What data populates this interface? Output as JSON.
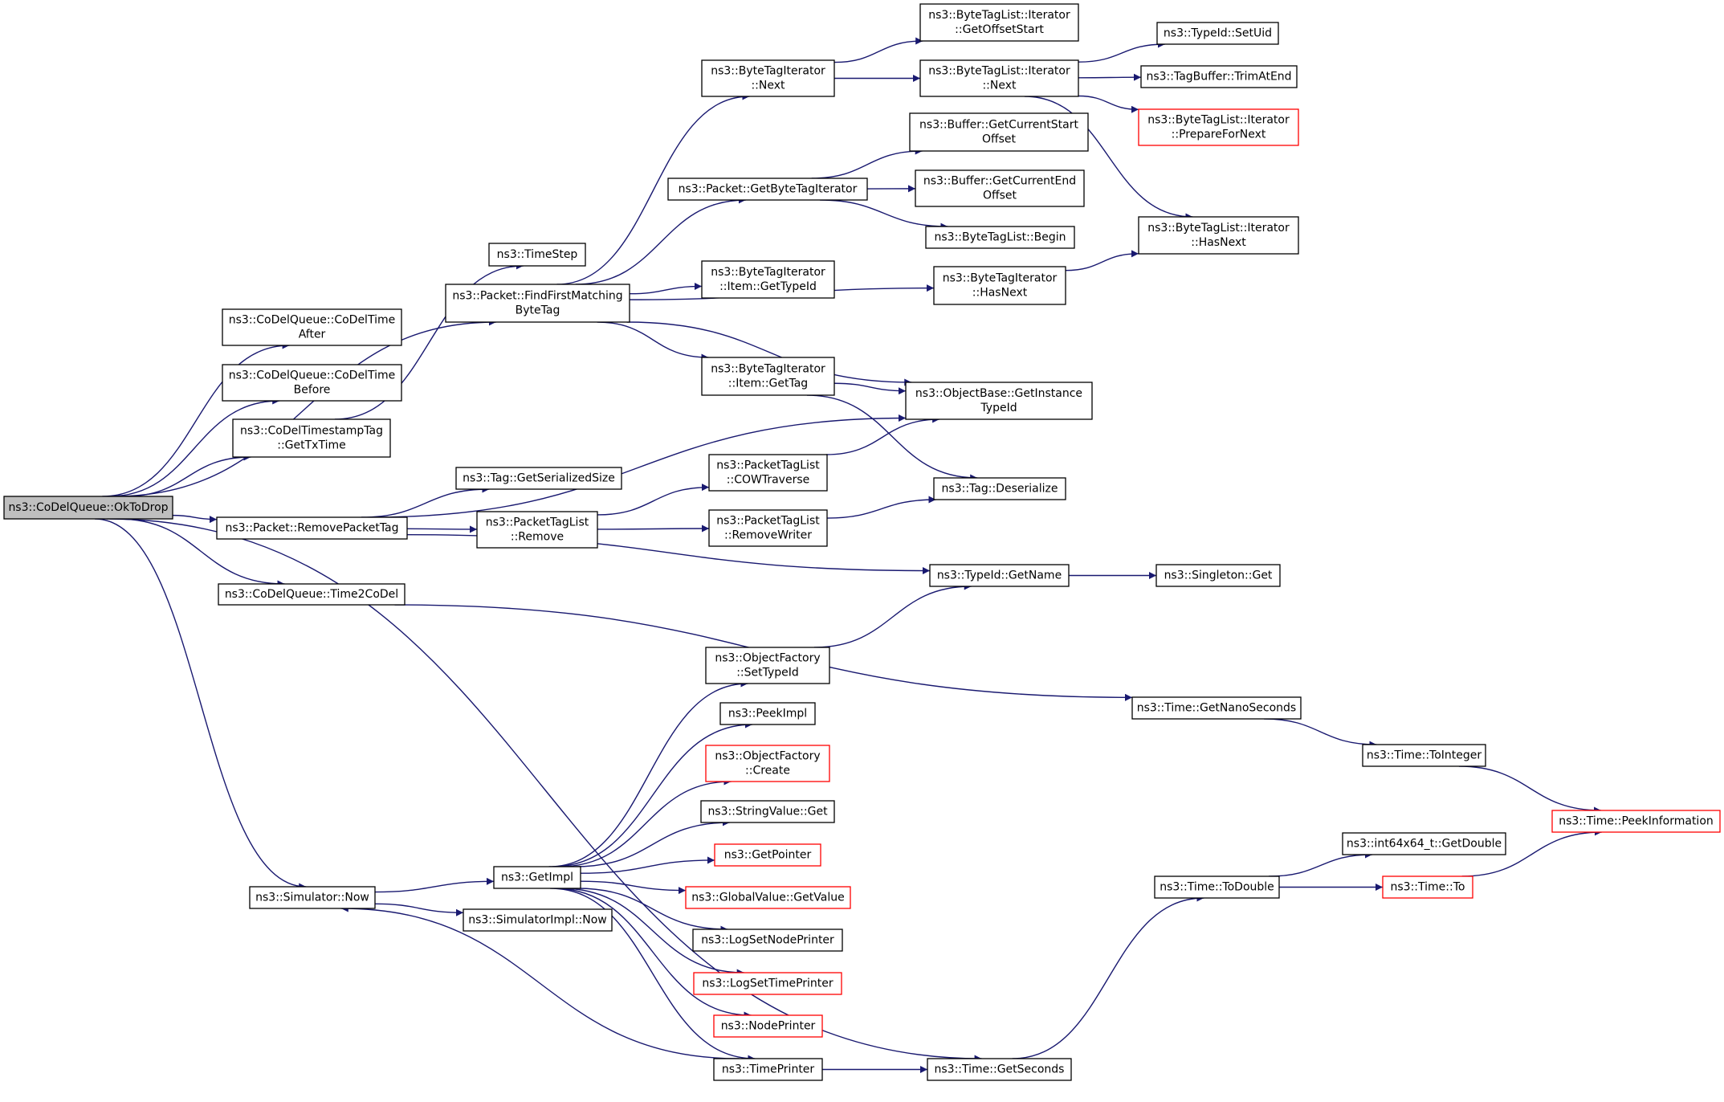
{
  "colors": {
    "edge": "#191970",
    "node_border": "#000000",
    "node_border_truncated": "#ff0000",
    "node_fill": "#ffffff",
    "root_fill": "#bfbfbf"
  },
  "nodes": [
    {
      "id": "okToDrop",
      "lines": [
        "ns3::CoDelQueue::OkToDrop"
      ],
      "root": true
    },
    {
      "id": "codelTimeAfter",
      "lines": [
        "ns3::CoDelQueue::CoDelTime",
        "After"
      ]
    },
    {
      "id": "codelTimeBefore",
      "lines": [
        "ns3::CoDelQueue::CoDelTime",
        "Before"
      ]
    },
    {
      "id": "getTxTime",
      "lines": [
        "ns3::CoDelTimestampTag",
        "::GetTxTime"
      ]
    },
    {
      "id": "removePacketTag",
      "lines": [
        "ns3::Packet::RemovePacketTag"
      ]
    },
    {
      "id": "time2CoDel",
      "lines": [
        "ns3::CoDelQueue::Time2CoDel"
      ]
    },
    {
      "id": "simNow",
      "lines": [
        "ns3::Simulator::Now"
      ]
    },
    {
      "id": "timeStep",
      "lines": [
        "ns3::TimeStep"
      ]
    },
    {
      "id": "findFirst",
      "lines": [
        "ns3::Packet::FindFirstMatching",
        "ByteTag"
      ]
    },
    {
      "id": "tagGetSerSize",
      "lines": [
        "ns3::Tag::GetSerializedSize"
      ]
    },
    {
      "id": "ptlRemove",
      "lines": [
        "ns3::PacketTagList",
        "::Remove"
      ]
    },
    {
      "id": "getImpl",
      "lines": [
        "ns3::GetImpl"
      ]
    },
    {
      "id": "simImplNow",
      "lines": [
        "ns3::SimulatorImpl::Now"
      ]
    },
    {
      "id": "btiNext",
      "lines": [
        "ns3::ByteTagIterator",
        "::Next"
      ]
    },
    {
      "id": "getBTI",
      "lines": [
        "ns3::Packet::GetByteTagIterator"
      ]
    },
    {
      "id": "btiItemGetTypeId",
      "lines": [
        "ns3::ByteTagIterator",
        "::Item::GetTypeId"
      ]
    },
    {
      "id": "btiItemGetTag",
      "lines": [
        "ns3::ByteTagIterator",
        "::Item::GetTag"
      ]
    },
    {
      "id": "ptlCOW",
      "lines": [
        "ns3::PacketTagList",
        "::COWTraverse"
      ]
    },
    {
      "id": "ptlRemoveWriter",
      "lines": [
        "ns3::PacketTagList",
        "::RemoveWriter"
      ]
    },
    {
      "id": "ofSetTypeId",
      "lines": [
        "ns3::ObjectFactory",
        "::SetTypeId"
      ]
    },
    {
      "id": "peekImpl",
      "lines": [
        "ns3::PeekImpl"
      ]
    },
    {
      "id": "ofCreate",
      "lines": [
        "ns3::ObjectFactory",
        "::Create"
      ],
      "truncated": true
    },
    {
      "id": "stringValueGet",
      "lines": [
        "ns3::StringValue::Get"
      ]
    },
    {
      "id": "getPointer",
      "lines": [
        "ns3::GetPointer"
      ],
      "truncated": true
    },
    {
      "id": "gvGetValue",
      "lines": [
        "ns3::GlobalValue::GetValue"
      ],
      "truncated": true
    },
    {
      "id": "logSetNodePrinter",
      "lines": [
        "ns3::LogSetNodePrinter"
      ]
    },
    {
      "id": "logSetTimePrinter",
      "lines": [
        "ns3::LogSetTimePrinter"
      ],
      "truncated": true
    },
    {
      "id": "nodePrinter",
      "lines": [
        "ns3::NodePrinter"
      ],
      "truncated": true
    },
    {
      "id": "timePrinter",
      "lines": [
        "ns3::TimePrinter"
      ]
    },
    {
      "id": "btlGetOffsetStart",
      "lines": [
        "ns3::ByteTagList::Iterator",
        "::GetOffsetStart"
      ]
    },
    {
      "id": "btlNext",
      "lines": [
        "ns3::ByteTagList::Iterator",
        "::Next"
      ]
    },
    {
      "id": "bufGetStart",
      "lines": [
        "ns3::Buffer::GetCurrentStart",
        "Offset"
      ]
    },
    {
      "id": "bufGetEnd",
      "lines": [
        "ns3::Buffer::GetCurrentEnd",
        "Offset"
      ]
    },
    {
      "id": "btlBegin",
      "lines": [
        "ns3::ByteTagList::Begin"
      ]
    },
    {
      "id": "btiHasNext",
      "lines": [
        "ns3::ByteTagIterator",
        "::HasNext"
      ]
    },
    {
      "id": "obGetInstTypeId",
      "lines": [
        "ns3::ObjectBase::GetInstance",
        "TypeId"
      ]
    },
    {
      "id": "tagDeserialize",
      "lines": [
        "ns3::Tag::Deserialize"
      ]
    },
    {
      "id": "typeIdGetName",
      "lines": [
        "ns3::TypeId::GetName"
      ]
    },
    {
      "id": "timeGetNano",
      "lines": [
        "ns3::Time::GetNanoSeconds"
      ]
    },
    {
      "id": "timeToDouble",
      "lines": [
        "ns3::Time::ToDouble"
      ]
    },
    {
      "id": "timeGetSeconds",
      "lines": [
        "ns3::Time::GetSeconds"
      ]
    },
    {
      "id": "typeIdSetUid",
      "lines": [
        "ns3::TypeId::SetUid"
      ]
    },
    {
      "id": "tagBufTrim",
      "lines": [
        "ns3::TagBuffer::TrimAtEnd"
      ]
    },
    {
      "id": "btlPrepare",
      "lines": [
        "ns3::ByteTagList::Iterator",
        "::PrepareForNext"
      ],
      "truncated": true
    },
    {
      "id": "btlHasNext",
      "lines": [
        "ns3::ByteTagList::Iterator",
        "::HasNext"
      ]
    },
    {
      "id": "singletonGet",
      "lines": [
        "ns3::Singleton::Get"
      ]
    },
    {
      "id": "timeToInteger",
      "lines": [
        "ns3::Time::ToInteger"
      ]
    },
    {
      "id": "int64GetDouble",
      "lines": [
        "ns3::int64x64_t::GetDouble"
      ]
    },
    {
      "id": "timeTo",
      "lines": [
        "ns3::Time::To"
      ],
      "truncated": true
    },
    {
      "id": "timePeekInfo",
      "lines": [
        "ns3::Time::PeekInformation"
      ],
      "truncated": true
    }
  ],
  "edges": [
    [
      "okToDrop",
      "codelTimeAfter"
    ],
    [
      "okToDrop",
      "codelTimeBefore"
    ],
    [
      "okToDrop",
      "getTxTime"
    ],
    [
      "okToDrop",
      "findFirst"
    ],
    [
      "okToDrop",
      "removePacketTag"
    ],
    [
      "okToDrop",
      "time2CoDel"
    ],
    [
      "okToDrop",
      "simNow"
    ],
    [
      "okToDrop",
      "timeGetSeconds"
    ],
    [
      "getTxTime",
      "timeStep"
    ],
    [
      "removePacketTag",
      "tagGetSerSize"
    ],
    [
      "removePacketTag",
      "ptlRemove"
    ],
    [
      "removePacketTag",
      "obGetInstTypeId"
    ],
    [
      "removePacketTag",
      "typeIdGetName"
    ],
    [
      "findFirst",
      "btiNext"
    ],
    [
      "findFirst",
      "getBTI"
    ],
    [
      "findFirst",
      "btiItemGetTypeId"
    ],
    [
      "findFirst",
      "btiHasNext"
    ],
    [
      "findFirst",
      "btiItemGetTag"
    ],
    [
      "findFirst",
      "obGetInstTypeId"
    ],
    [
      "btiNext",
      "btlGetOffsetStart"
    ],
    [
      "btiNext",
      "btlNext"
    ],
    [
      "btlNext",
      "typeIdSetUid"
    ],
    [
      "btlNext",
      "tagBufTrim"
    ],
    [
      "btlNext",
      "btlPrepare"
    ],
    [
      "btlNext",
      "btlHasNext"
    ],
    [
      "getBTI",
      "bufGetStart"
    ],
    [
      "getBTI",
      "bufGetEnd"
    ],
    [
      "getBTI",
      "btlBegin"
    ],
    [
      "btiHasNext",
      "btlHasNext"
    ],
    [
      "btiItemGetTag",
      "obGetInstTypeId"
    ],
    [
      "btiItemGetTag",
      "tagDeserialize"
    ],
    [
      "ptlRemove",
      "ptlCOW"
    ],
    [
      "ptlRemove",
      "ptlRemoveWriter"
    ],
    [
      "ptlCOW",
      "obGetInstTypeId"
    ],
    [
      "ptlRemoveWriter",
      "tagDeserialize"
    ],
    [
      "typeIdGetName",
      "singletonGet"
    ],
    [
      "time2CoDel",
      "timeGetNano"
    ],
    [
      "timeGetNano",
      "timeToInteger"
    ],
    [
      "timeToInteger",
      "timePeekInfo"
    ],
    [
      "simNow",
      "getImpl"
    ],
    [
      "simNow",
      "simImplNow"
    ],
    [
      "getImpl",
      "ofSetTypeId"
    ],
    [
      "getImpl",
      "peekImpl"
    ],
    [
      "getImpl",
      "ofCreate"
    ],
    [
      "getImpl",
      "stringValueGet"
    ],
    [
      "getImpl",
      "getPointer"
    ],
    [
      "getImpl",
      "gvGetValue"
    ],
    [
      "getImpl",
      "logSetNodePrinter"
    ],
    [
      "getImpl",
      "logSetTimePrinter"
    ],
    [
      "getImpl",
      "nodePrinter"
    ],
    [
      "getImpl",
      "timePrinter"
    ],
    [
      "ofSetTypeId",
      "typeIdGetName"
    ],
    [
      "timePrinter",
      "simNow"
    ],
    [
      "timePrinter",
      "timeGetSeconds"
    ],
    [
      "timeGetSeconds",
      "timeToDouble"
    ],
    [
      "timeToDouble",
      "int64GetDouble"
    ],
    [
      "timeToDouble",
      "timeTo"
    ],
    [
      "timeTo",
      "timePeekInfo"
    ]
  ]
}
